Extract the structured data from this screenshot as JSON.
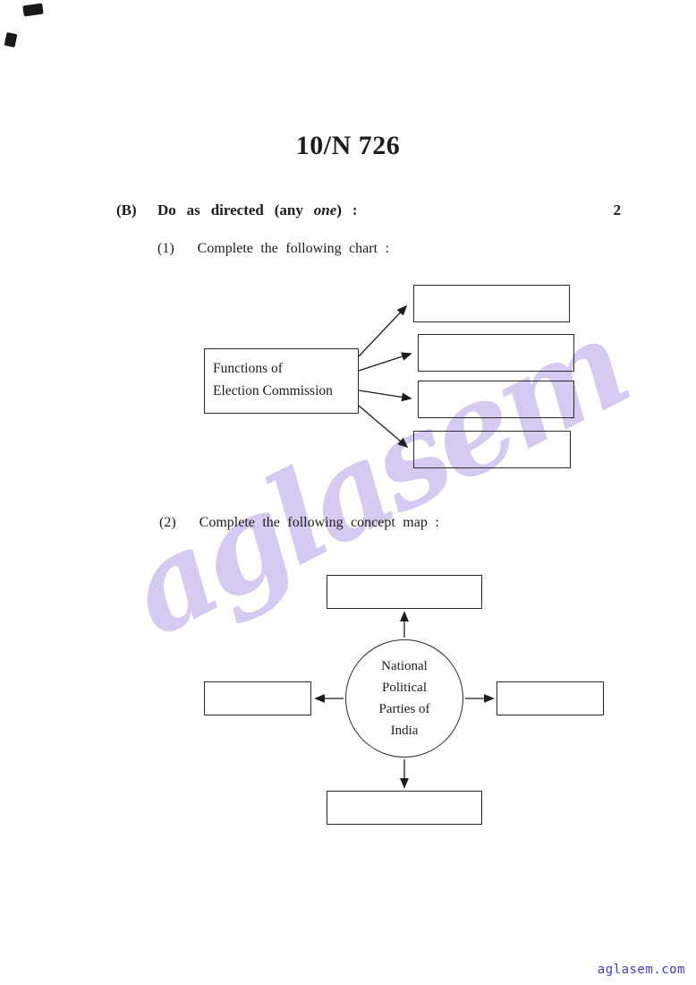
{
  "page": {
    "title": "10/N 726",
    "watermark": "aglasem",
    "footer": "aglasem.com"
  },
  "question_b": {
    "label": "(B)",
    "text_before": "Do as directed (any ",
    "emphasis": "one",
    "text_after": ") :",
    "marks": "2"
  },
  "sub_questions": [
    {
      "label": "(1)",
      "text": "Complete the following chart :"
    },
    {
      "label": "(2)",
      "text": "Complete the following concept map :"
    }
  ],
  "chart": {
    "source_lines": [
      "Functions of",
      "Election Commission"
    ],
    "blank_box_count": 4
  },
  "concept_map": {
    "center_lines": [
      "National",
      "Political",
      "Parties of",
      "India"
    ],
    "blank_box_count": 4
  }
}
